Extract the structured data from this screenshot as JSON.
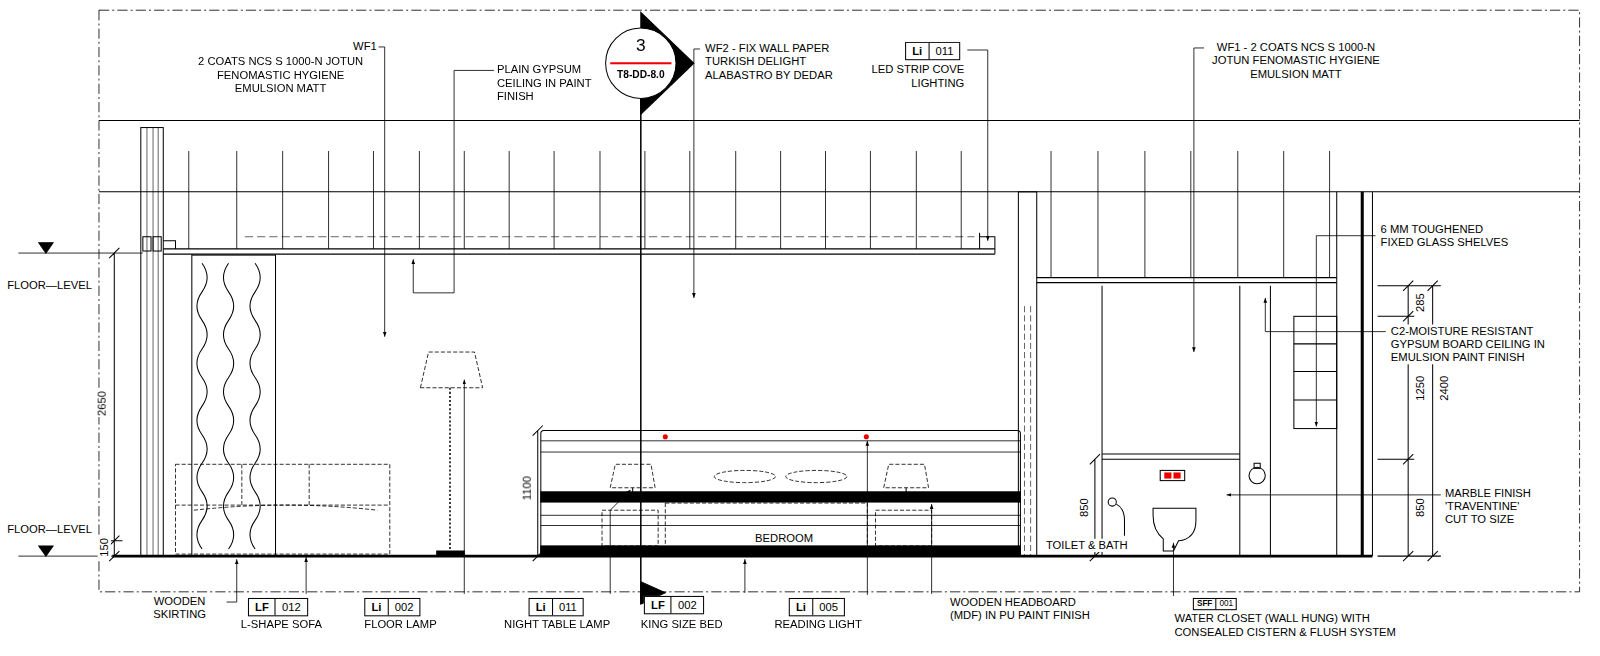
{
  "diagram": {
    "nodes": [
      {
        "text": [
          "3",
          "T8-DD-8.0"
        ]
      },
      {
        "text": [
          "Li",
          "011"
        ]
      },
      {
        "text": [
          "LF",
          "012"
        ]
      },
      {
        "text": [
          "Li",
          "002"
        ]
      },
      {
        "text": [
          "Li",
          "011"
        ]
      },
      {
        "text": [
          "LF",
          "002"
        ]
      },
      {
        "text": [
          "Li",
          "005"
        ]
      },
      {
        "text": [
          "SFF",
          "001"
        ]
      }
    ],
    "labels": [
      "WF1",
      "2 COATS NCS S 1000-N JOTUN FENOMASTIC HYGIENE EMULSION MATT",
      "PLAIN GYPSUM CEILING IN PAINT FINISH",
      "WF2 - FIX WALL PAPER TURKISH DELIGHT ALABASTRO BY DEDAR",
      "LED STRIP COVE LIGHTING",
      "WF1 - 2 COATS NCS S 1000-N JOTUN FENOMASTIC HYGIENE EMULSION MATT",
      "6 MM TOUGHENED FIXED GLASS SHELVES",
      "FLOOR—LEVEL",
      "2650",
      "285",
      "C2-MOISTURE RESISTANT GYPSUM BOARD CEILING IN EMULSION PAINT FINISH",
      "1250",
      "2400",
      "1100",
      "850",
      "850",
      "MARBLE FINISH 'TRAVENTINE' CUT TO SIZE",
      "FLOOR—LEVEL",
      "150",
      "BEDROOM",
      "TOILET & BATH",
      "WOODEN SKIRTING",
      "L-SHAPE SOFA",
      "FLOOR LAMP",
      "NIGHT TABLE LAMP",
      "KING SIZE BED",
      "READING LIGHT",
      "WOODEN HEADBOARD (MDF) IN PU PAINT FINISH",
      "WATER CLOSET (WALL HUNG) WITH CONSEALED CISTERN & FLUSH SYSTEM"
    ]
  }
}
